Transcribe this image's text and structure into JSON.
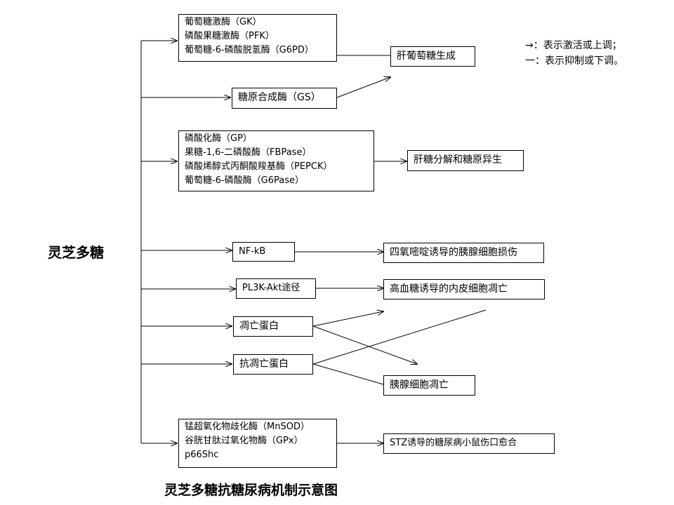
{
  "root_label": "灵芝多糖",
  "caption": "灵芝多糖抗糖尿病机制示意图",
  "legend": {
    "activate": "→：表示激活或上调；",
    "inhibit": "一：表示抑制或下调。"
  },
  "enzyme_group1": [
    "葡萄糖激酶（GK）",
    "磷酸果糖激酶（PFK）",
    "葡萄糖-6-磷酸脱氢酶（G6PD）"
  ],
  "gs": "糖原合成酶（GS）",
  "liver_gluconeogenesis": "肝葡萄糖生成",
  "enzyme_group2": [
    "磷酸化酶（GP）",
    "果糖-1,6-二磷酸酶（FBPase）",
    "磷酸烯醇式丙酮酸羧基酶（PEPCK）",
    "葡萄糖-6-磷酸酶（G6Pase）"
  ],
  "glycogenolysis": "肝糖分解和糖原异生",
  "nfkb": "NF-kB",
  "alloxan_damage": "四氧嘧啶诱导的胰腺细胞损伤",
  "pi3k": "PL3K-Akt途径",
  "endothelial_apoptosis": "高血糖诱导的内皮细胞凋亡",
  "apoptotic_protein": "凋亡蛋白",
  "anti_apoptotic_protein": "抗凋亡蛋白",
  "pancreatic_apoptosis": "胰腺细胞凋亡",
  "enzyme_group3": [
    "锰超氧化物歧化酶（MnSOD）",
    "谷胱甘肽过氧化物酶（GPx）",
    "p66Shc"
  ],
  "wound_healing": "STZ诱导的糖尿病小鼠伤口愈合"
}
